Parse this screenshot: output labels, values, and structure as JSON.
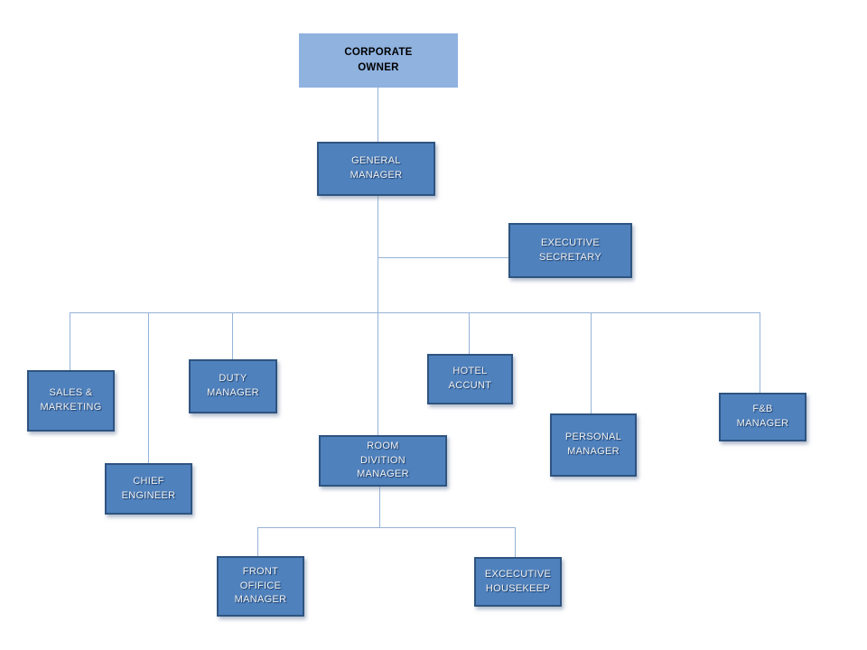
{
  "diagram": {
    "type": "org-chart",
    "nodes": {
      "corporate_owner": {
        "label": "CORPORATE\nOWNER"
      },
      "general_manager": {
        "label": "GENERAL\nMANAGER"
      },
      "executive_secretary": {
        "label": "EXECUTIVE\nSECRETARY"
      },
      "sales_marketing": {
        "label": "SALES &\nMARKETING"
      },
      "chief_engineer": {
        "label": "CHIEF\nENGINEER"
      },
      "duty_manager": {
        "label": "DUTY\nMANAGER"
      },
      "room_division_manager": {
        "label": "ROOM\nDIVITION\nMANAGER"
      },
      "hotel_accountant": {
        "label": "HOTEL\nACCUNT"
      },
      "personal_manager": {
        "label": "PERSONAL\nMANAGER"
      },
      "fb_manager": {
        "label": "F&B\nMANAGER"
      },
      "front_office_manager": {
        "label": "FRONT\nOFIFICE\nMANAGER"
      },
      "executive_housekeeper": {
        "label": "EXCECUTIVE\nHOUSEKEEP"
      }
    },
    "edges": [
      [
        "corporate_owner",
        "general_manager"
      ],
      [
        "general_manager",
        "executive_secretary"
      ],
      [
        "general_manager",
        "sales_marketing"
      ],
      [
        "general_manager",
        "chief_engineer"
      ],
      [
        "general_manager",
        "duty_manager"
      ],
      [
        "general_manager",
        "room_division_manager"
      ],
      [
        "general_manager",
        "hotel_accountant"
      ],
      [
        "general_manager",
        "personal_manager"
      ],
      [
        "general_manager",
        "fb_manager"
      ],
      [
        "room_division_manager",
        "front_office_manager"
      ],
      [
        "room_division_manager",
        "executive_housekeeper"
      ]
    ]
  },
  "colors": {
    "root_fill": "#8FB2DF",
    "node_fill": "#4F81BD",
    "node_border": "#2E5480",
    "connector": "#95B3D7",
    "root_text": "#000000",
    "node_text": "#F2F2F2"
  }
}
